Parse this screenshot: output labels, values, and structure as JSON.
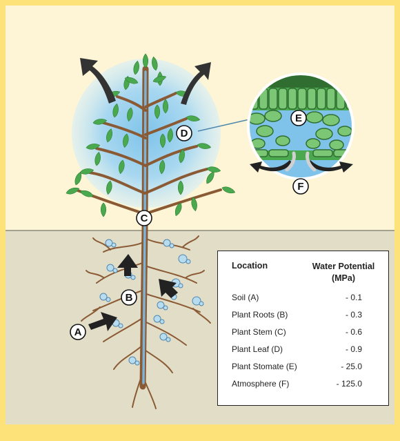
{
  "labels": {
    "A": "A",
    "B": "B",
    "C": "C",
    "D": "D",
    "E": "E",
    "F": "F"
  },
  "table": {
    "header_location": "Location",
    "header_water_potential": "Water Potential (MPa)",
    "rows": [
      {
        "location": "Soil (A)",
        "value": "- 0.1"
      },
      {
        "location": "Plant Roots (B)",
        "value": "- 0.3"
      },
      {
        "location": "Plant Stem (C)",
        "value": "- 0.6"
      },
      {
        "location": "Plant Leaf (D)",
        "value": "- 0.9"
      },
      {
        "location": "Plant Stomate (E)",
        "value": "- 25.0"
      },
      {
        "location": "Atmosphere (F)",
        "value": "- 125.0"
      }
    ]
  },
  "colors": {
    "border": "#fde27a",
    "sky": "#fdf5d6",
    "soil": "#e2ddc7",
    "leaf": "#4aa84e",
    "branch": "#8a5a35",
    "stem_core": "#7fb3d6",
    "halo": "#a9d8f0",
    "arrow": "#2b2b2b"
  }
}
